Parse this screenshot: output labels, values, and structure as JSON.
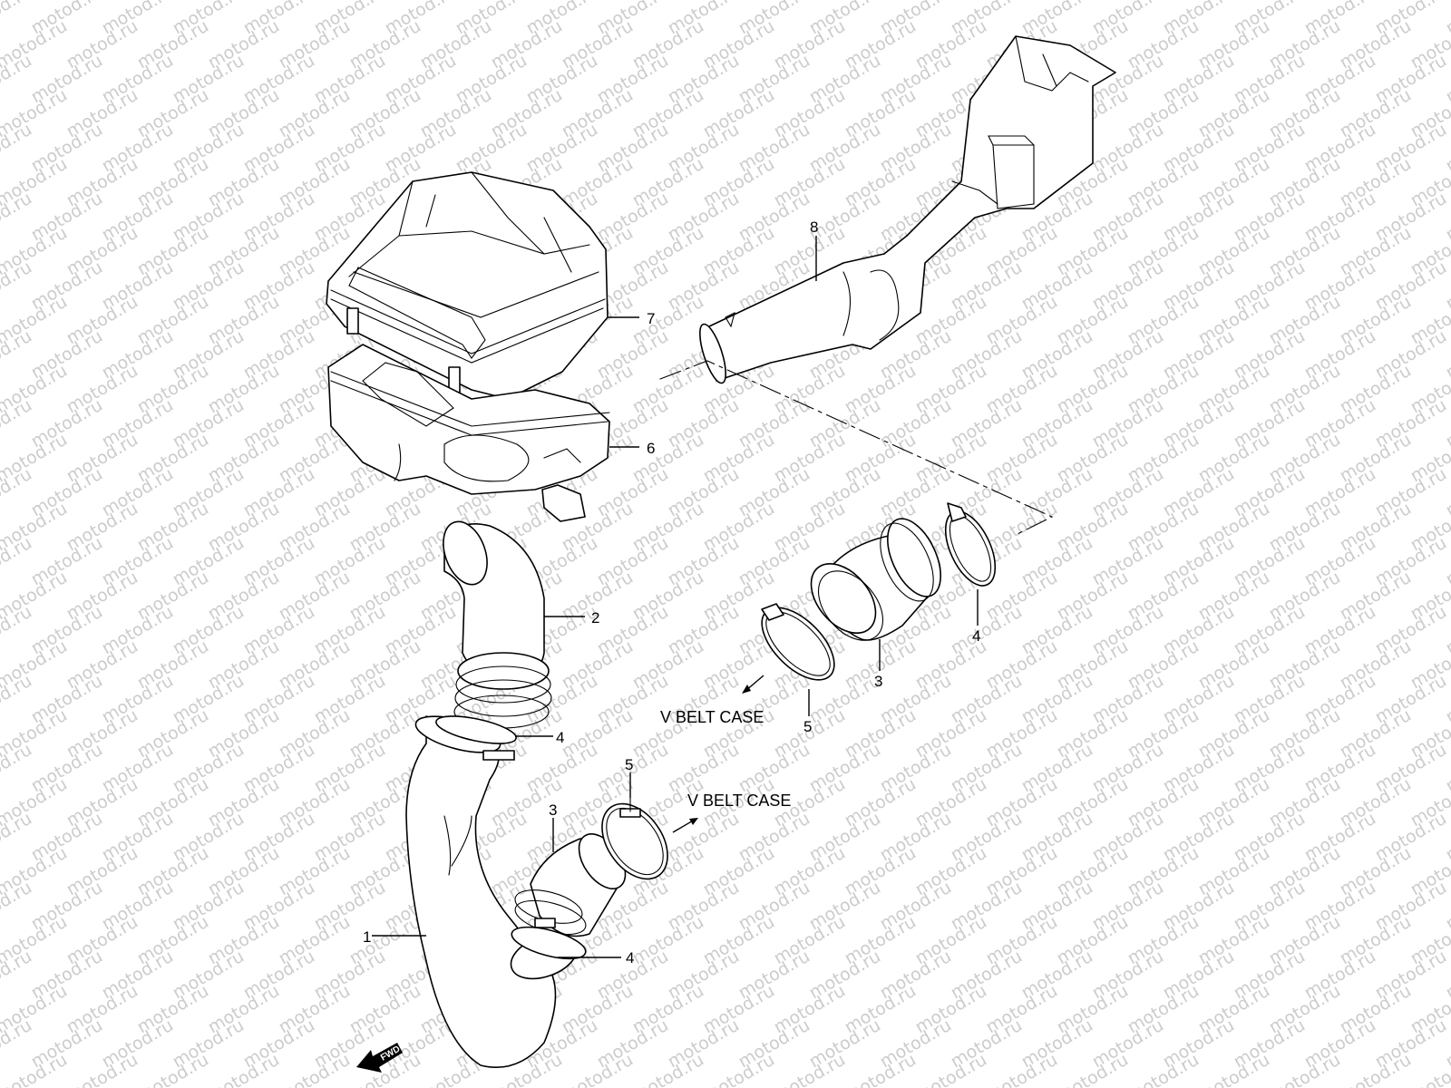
{
  "watermark": "motod.ru",
  "callouts": [
    "1",
    "2",
    "3",
    "4",
    "5",
    "6",
    "7",
    "8"
  ],
  "notes": {
    "v_belt_case": "V BELT CASE"
  },
  "fwd_label": "FWD",
  "colors": {
    "line": "#000000",
    "background": "#ffffff",
    "watermark": "#cccccc"
  }
}
